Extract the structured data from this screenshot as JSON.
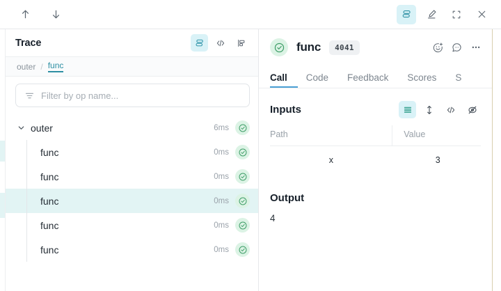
{
  "topbar": {
    "nav_up_icon": "arrow-up-icon",
    "nav_down_icon": "arrow-down-icon",
    "actions": [
      {
        "icon": "stacked-layers-icon",
        "active": true
      },
      {
        "icon": "highlighter-pen-icon",
        "active": false
      },
      {
        "icon": "expand-fullscreen-icon",
        "active": false
      },
      {
        "icon": "close-x-icon",
        "active": false
      }
    ]
  },
  "trace_panel": {
    "title": "Trace",
    "view_icons": [
      {
        "icon": "stacked-layers-icon",
        "active": true
      },
      {
        "icon": "code-brackets-icon",
        "active": false
      },
      {
        "icon": "flame-graph-icon",
        "active": false
      }
    ],
    "breadcrumb": {
      "root": "outer",
      "separator": "/",
      "current": "func"
    },
    "filter": {
      "icon": "filter-lines-icon",
      "placeholder": "Filter by op name...",
      "value": ""
    },
    "rows": [
      {
        "label": "outer",
        "duration": "6ms",
        "depth": 0,
        "expanded": true,
        "status": "ok",
        "selected": false
      },
      {
        "label": "func",
        "duration": "0ms",
        "depth": 1,
        "expanded": false,
        "status": "ok",
        "selected": false
      },
      {
        "label": "func",
        "duration": "0ms",
        "depth": 1,
        "expanded": false,
        "status": "ok",
        "selected": false
      },
      {
        "label": "func",
        "duration": "0ms",
        "depth": 1,
        "expanded": false,
        "status": "ok",
        "selected": true
      },
      {
        "label": "func",
        "duration": "0ms",
        "depth": 1,
        "expanded": false,
        "status": "ok",
        "selected": false
      },
      {
        "label": "func",
        "duration": "0ms",
        "depth": 1,
        "expanded": false,
        "status": "ok",
        "selected": false
      }
    ]
  },
  "call_panel": {
    "status_icon": "circle-check-icon",
    "name": "func",
    "badge": "4041",
    "header_icons": [
      {
        "icon": "add-reaction-icon"
      },
      {
        "icon": "comment-bubble-icon"
      },
      {
        "icon": "more-options-icon"
      }
    ],
    "tabs": [
      {
        "label": "Call",
        "active": true
      },
      {
        "label": "Code",
        "active": false
      },
      {
        "label": "Feedback",
        "active": false
      },
      {
        "label": "Scores",
        "active": false
      },
      {
        "label": "S",
        "active": false
      }
    ],
    "inputs": {
      "title": "Inputs",
      "view_icons": [
        {
          "icon": "list-lines-icon",
          "active": true
        },
        {
          "icon": "expand-vertical-icon",
          "active": false
        },
        {
          "icon": "code-brackets-icon",
          "active": false
        },
        {
          "icon": "eye-hidden-icon",
          "active": false
        }
      ],
      "columns": [
        "Path",
        "Value"
      ],
      "rows": [
        {
          "path": "x",
          "value": "3"
        }
      ]
    },
    "output": {
      "title": "Output",
      "value": "4"
    }
  },
  "colors": {
    "accent_teal": "#2d8fa3",
    "active_bg": "#d9f2f7",
    "selected_row_bg": "#e2f4f4",
    "status_green": "#3f9e68",
    "status_green_bg": "#dcf3e5",
    "tab_underline": "#4a9fd4"
  }
}
